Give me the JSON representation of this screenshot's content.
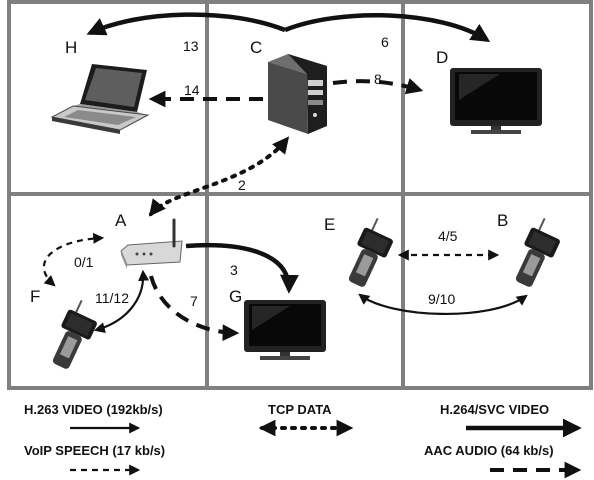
{
  "nodes": {
    "H": {
      "label": "H",
      "device": "laptop-icon"
    },
    "C": {
      "label": "C",
      "device": "desktop-tower-icon"
    },
    "D": {
      "label": "D",
      "device": "monitor-icon"
    },
    "A": {
      "label": "A",
      "device": "wireless-router-icon"
    },
    "E": {
      "label": "E",
      "device": "handheld-device-icon"
    },
    "B": {
      "label": "B",
      "device": "handheld-device-icon"
    },
    "F": {
      "label": "F",
      "device": "handheld-device-icon"
    },
    "G": {
      "label": "G",
      "device": "monitor-icon"
    }
  },
  "links": {
    "l13": {
      "label": "13",
      "flow": "H.264/SVC VIDEO"
    },
    "l6": {
      "label": "6",
      "flow": "H.264/SVC VIDEO"
    },
    "l14": {
      "label": "14",
      "flow": "AAC AUDIO"
    },
    "l8": {
      "label": "8",
      "flow": "AAC AUDIO"
    },
    "l2": {
      "label": "2",
      "flow": "TCP DATA"
    },
    "l01": {
      "label": "0/1",
      "flow": "VoIP SPEECH"
    },
    "l3": {
      "label": "3",
      "flow": "H.264/SVC VIDEO"
    },
    "l45": {
      "label": "4/5",
      "flow": "VoIP SPEECH"
    },
    "l1112": {
      "label": "11/12",
      "flow": "H.263 VIDEO"
    },
    "l7": {
      "label": "7",
      "flow": "AAC AUDIO"
    },
    "l910": {
      "label": "9/10",
      "flow": "H.263 VIDEO"
    }
  },
  "legend": {
    "h263": "H.263 VIDEO (192kb/s)",
    "tcp": "TCP DATA",
    "svc": "H.264/SVC VIDEO",
    "voip": "VoIP SPEECH (17 kb/s)",
    "aac": "AAC AUDIO (64 kb/s)"
  }
}
